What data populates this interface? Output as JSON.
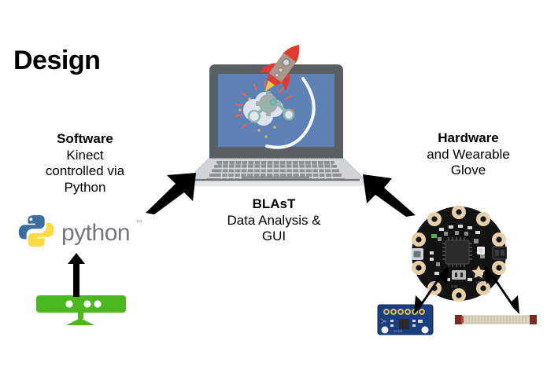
{
  "slide": {
    "title": "Design",
    "background_color": "#ffffff"
  },
  "software": {
    "heading": "Software",
    "body_line1": "Kinect",
    "body_line2": "controlled via",
    "body_line3": "Python"
  },
  "hardware": {
    "heading": "Hardware",
    "body_line1": "and Wearable",
    "body_line2": "Glove"
  },
  "center": {
    "heading": "BLAsT",
    "body_line1": "Data Analysis &",
    "body_line2": "GUI"
  },
  "graphics": {
    "laptop": {
      "name": "laptop-illustration",
      "screen_color": "#5d80b5",
      "bezel_color": "#5a5f63",
      "body_color": "#c9ccce",
      "key_color": "#8b9094"
    },
    "rocket": {
      "name": "rocket-icon",
      "nose_color": "#e03a33",
      "body_color": "#a8978c",
      "flame_color": "#f6c544"
    },
    "python_logo": {
      "name": "python-logo",
      "wordmark": "python",
      "trademark": "™",
      "blue": "#3a6e9e",
      "yellow": "#ffd944",
      "text_color": "#72767b"
    },
    "kinect": {
      "name": "kinect-sensor-icon",
      "color": "#4cb820"
    },
    "circuit_playground": {
      "name": "circuit-playground-board",
      "board_color": "#131313",
      "pad_color": "#e6d0ab"
    },
    "imu_board": {
      "name": "imu-breakout-board",
      "board_color": "#1b3f7e",
      "pad_color": "#d8b860"
    },
    "flex_sensor": {
      "name": "flex-sensor-strip",
      "end_color": "#7d2b22",
      "body_color": "#ded7c4"
    }
  },
  "arrows": {
    "software_to_laptop": "arrow-software-to-laptop",
    "hardware_to_laptop": "arrow-hardware-to-laptop",
    "kinect_to_python": "arrow-kinect-to-python",
    "imu_to_board": "arrow-imu-to-board",
    "flex_to_board": "arrow-flex-to-board",
    "color": "#000000"
  }
}
